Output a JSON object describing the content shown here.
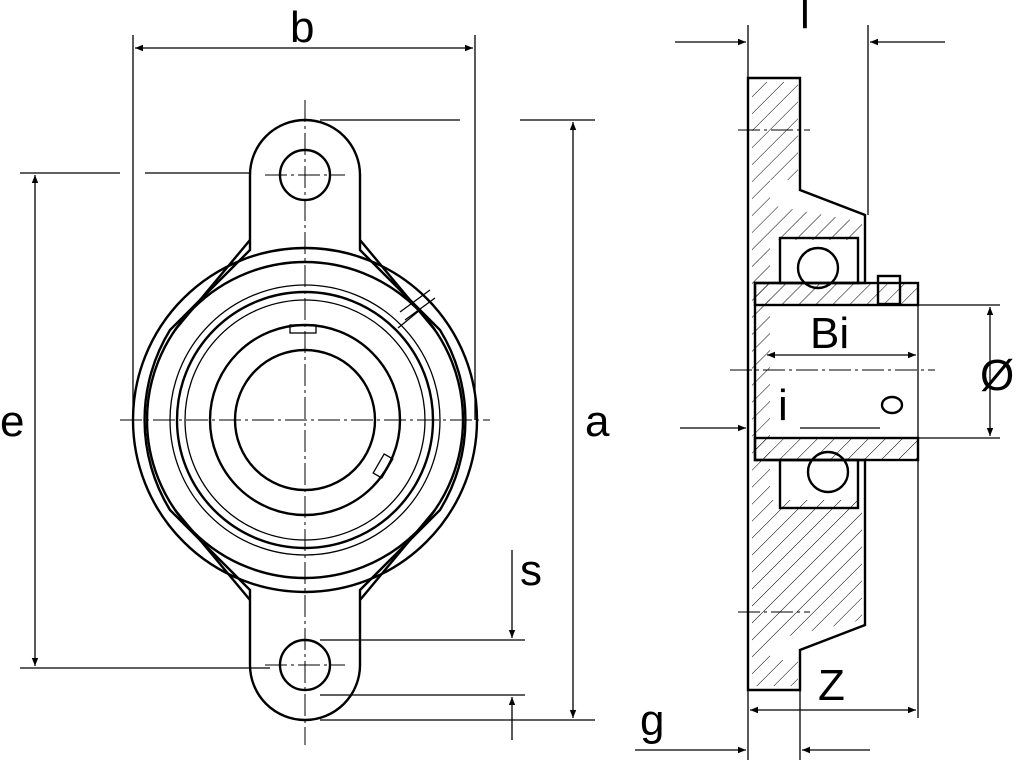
{
  "title": "Two-bolt flange bearing unit dimension drawing",
  "labels": {
    "b": "b",
    "l": "l",
    "e": "e",
    "a": "a",
    "s": "s",
    "Bi": "Bi",
    "diameter": "Ø",
    "i": "i",
    "Z": "Z",
    "g": "g"
  }
}
